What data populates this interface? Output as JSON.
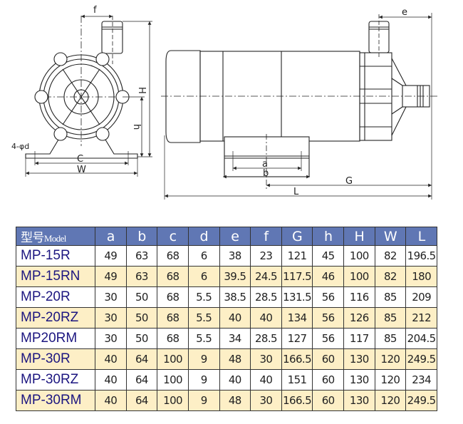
{
  "drawing": {
    "labels": {
      "f": "f",
      "H": "H",
      "h": "h",
      "d": "4-φd",
      "C": "C",
      "W": "W",
      "e": "e",
      "a": "a",
      "b": "b",
      "G": "G",
      "L": "L"
    }
  },
  "table": {
    "header_cn": "型号",
    "header_en": "Model",
    "columns": [
      "a",
      "b",
      "c",
      "d",
      "e",
      "f",
      "G",
      "h",
      "H",
      "W",
      "L"
    ],
    "rows": [
      {
        "model": "MP-15R",
        "values": [
          "49",
          "63",
          "68",
          "6",
          "38",
          "23",
          "121",
          "45",
          "100",
          "82",
          "196.5"
        ]
      },
      {
        "model": "MP-15RN",
        "values": [
          "49",
          "63",
          "68",
          "6",
          "39.5",
          "24.5",
          "117.5",
          "46",
          "100",
          "82",
          "180"
        ]
      },
      {
        "model": "MP-20R",
        "values": [
          "30",
          "50",
          "68",
          "5.5",
          "38.5",
          "28.5",
          "131.5",
          "56",
          "116",
          "85",
          "209"
        ]
      },
      {
        "model": "MP-20RZ",
        "values": [
          "30",
          "50",
          "68",
          "5.5",
          "40",
          "40",
          "134",
          "56",
          "126",
          "85",
          "212"
        ]
      },
      {
        "model": "MP20RM",
        "values": [
          "30",
          "50",
          "68",
          "5.5",
          "34",
          "28.5",
          "127",
          "56",
          "117",
          "85",
          "204.5"
        ]
      },
      {
        "model": "MP-30R",
        "values": [
          "40",
          "64",
          "100",
          "9",
          "48",
          "30",
          "166.5",
          "60",
          "130",
          "120",
          "249.5"
        ]
      },
      {
        "model": "MP-30RZ",
        "values": [
          "40",
          "64",
          "100",
          "9",
          "40",
          "40",
          "151",
          "60",
          "130",
          "120",
          "234"
        ]
      },
      {
        "model": "MP-30RM",
        "values": [
          "40",
          "64",
          "100",
          "9",
          "48",
          "30",
          "166.5",
          "60",
          "130",
          "120",
          "249.5"
        ]
      }
    ]
  },
  "colors": {
    "header": "#6077b4",
    "alt_row": "#fdefc6",
    "model_text": "#1c1680"
  }
}
